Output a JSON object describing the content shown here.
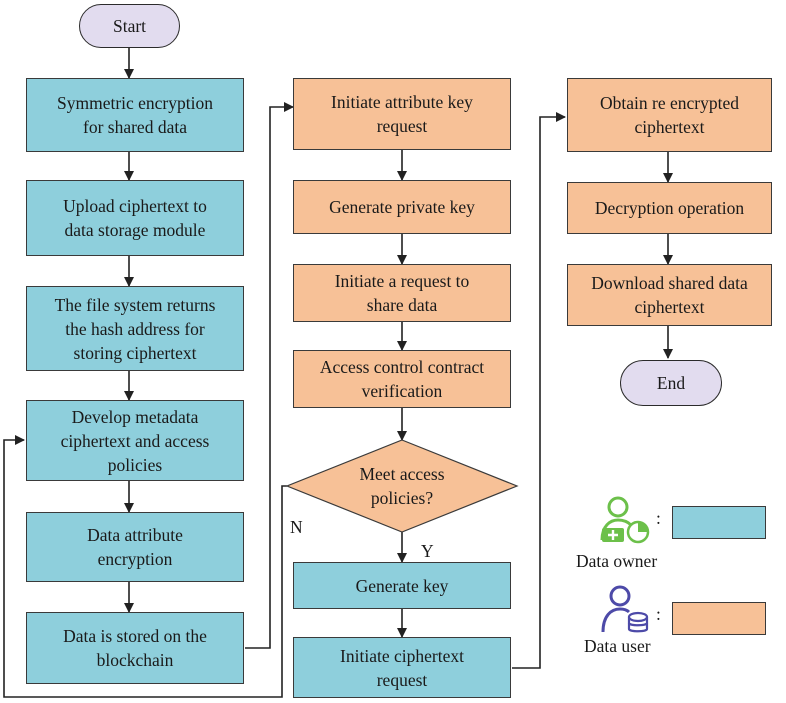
{
  "colors": {
    "owner": "#8ecfdc",
    "user": "#f7c197",
    "terminal": "#e2dcef",
    "owner_icon": "#6cc04a",
    "user_icon": "#4d4aa8"
  },
  "owner_flow": {
    "start": "Start",
    "step1": "Symmetric encryption\nfor shared data",
    "step2": "Upload ciphertext to\ndata storage module",
    "step3": "The file system returns\nthe hash address for\nstoring ciphertext",
    "step4": "Develop metadata\nciphertext and access\npolicies",
    "step5": "Data attribute\nencryption",
    "step6": "Data is stored on the\nblockchain"
  },
  "user_flow": {
    "step1": "Initiate attribute key\nrequest",
    "step2": "Generate private key",
    "step3": "Initiate a request to\nshare data",
    "step4": "Access control contract\nverification",
    "decision": "Meet access\npolicies?",
    "yes_label": "Y",
    "no_label": "N",
    "step5": "Generate key",
    "step6": "Initiate ciphertext\nrequest"
  },
  "result_flow": {
    "step1": "Obtain re encrypted\nciphertext",
    "step2": "Decryption operation",
    "step3": "Download shared data\nciphertext",
    "end": "End"
  },
  "legend": {
    "owner_label": "Data owner",
    "user_label": "Data user",
    "separator": ":",
    "owner_icon": "person-plus-chart-icon",
    "user_icon": "person-database-icon"
  }
}
